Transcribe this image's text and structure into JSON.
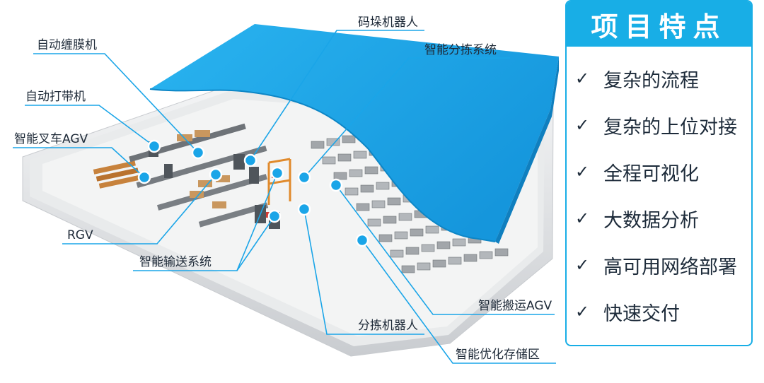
{
  "diagram": {
    "callouts": [
      {
        "id": "stretch-wrap",
        "label": "自动缠膜机"
      },
      {
        "id": "strapping",
        "label": "自动打带机"
      },
      {
        "id": "forklift-agv",
        "label": "智能叉车AGV"
      },
      {
        "id": "rgv",
        "label": "RGV"
      },
      {
        "id": "conveyor",
        "label": "智能输送系统"
      },
      {
        "id": "palletizer",
        "label": "码垛机器人"
      },
      {
        "id": "sorting-system",
        "label": "智能分拣系统"
      },
      {
        "id": "handling-agv",
        "label": "智能搬运AGV"
      },
      {
        "id": "sorting-robot",
        "label": "分拣机器人"
      },
      {
        "id": "storage",
        "label": "智能优化存储区"
      }
    ],
    "colors": {
      "roof": "#1aa5e8",
      "line": "#1aa5e8",
      "wall": "#e6e8ea",
      "floor": "#f1f2f2",
      "rack": "#9ca1a5"
    }
  },
  "panel": {
    "title": "项目特点",
    "check_glyph": "✓",
    "items": [
      "复杂的流程",
      "复杂的上位对接",
      "全程可视化",
      "大数据分析",
      "高可用网络部署",
      "快速交付"
    ]
  }
}
